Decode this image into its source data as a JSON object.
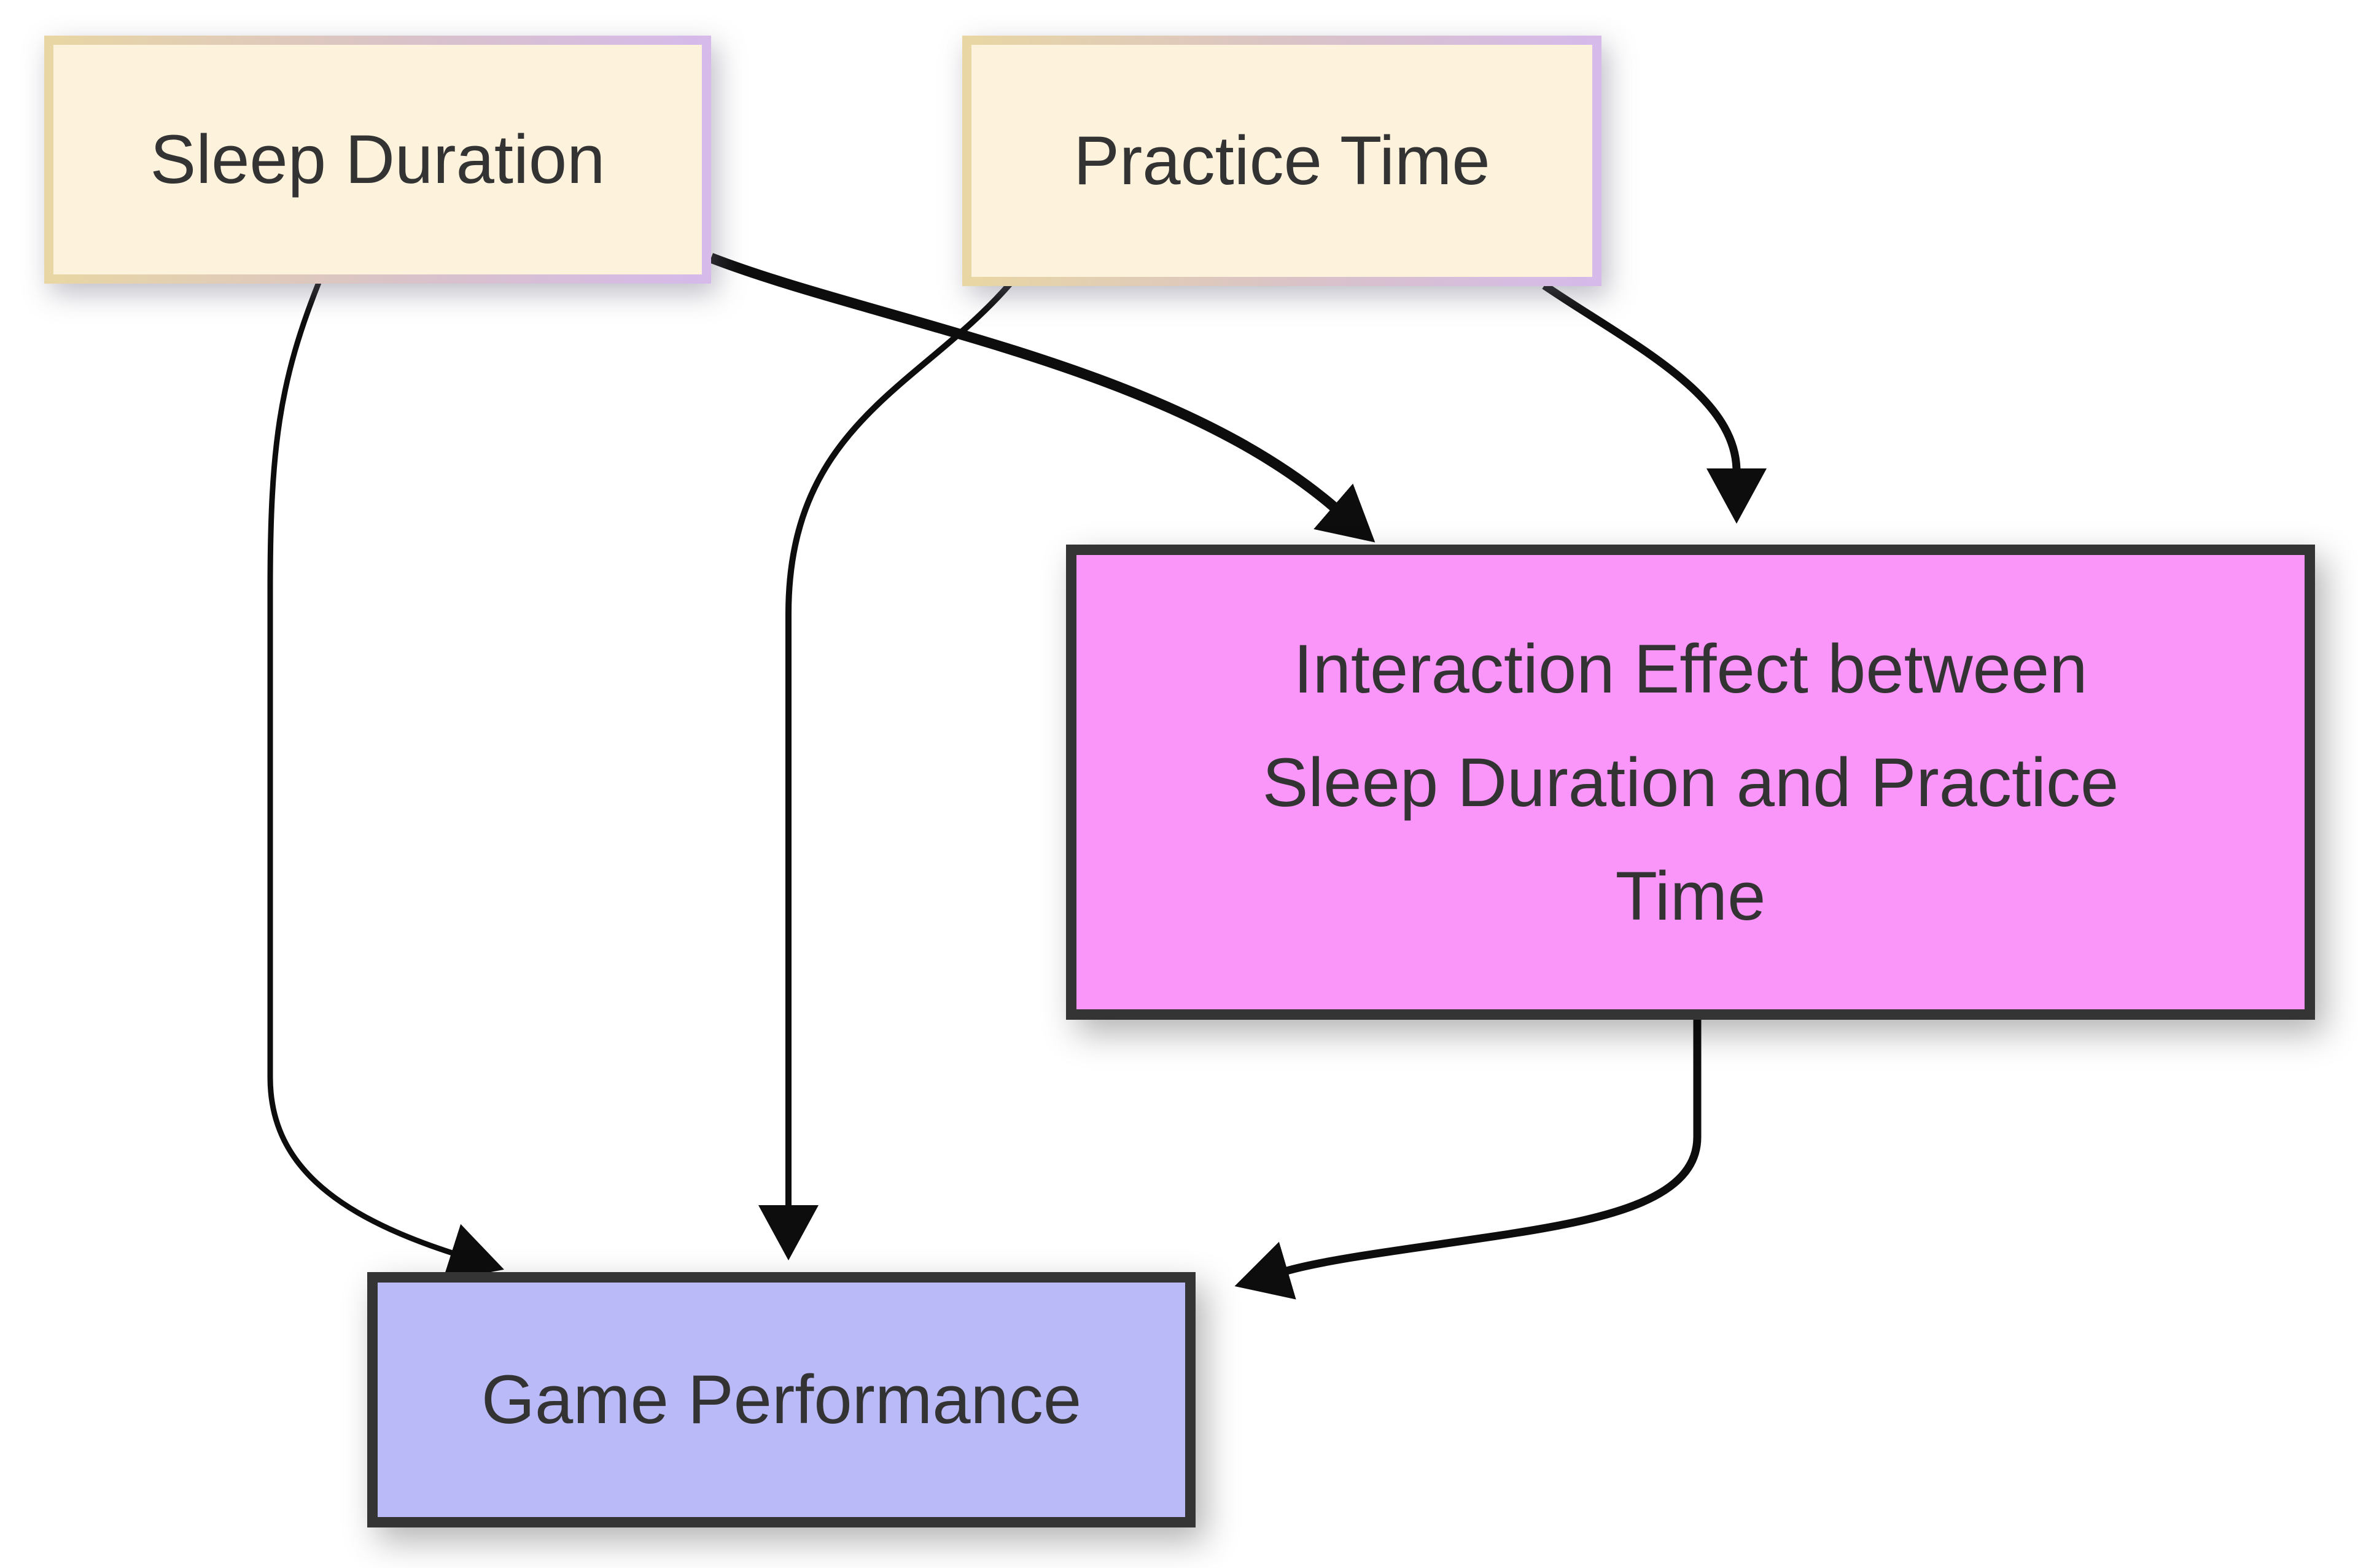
{
  "diagram": {
    "type": "causal-path-diagram",
    "nodes": [
      {
        "id": "sleep-duration",
        "label": "Sleep Duration",
        "fill": "#fdf3dc"
      },
      {
        "id": "practice-time",
        "label": "Practice Time",
        "fill": "#fdf3dc"
      },
      {
        "id": "interaction-effect",
        "label": "Interaction Effect between Sleep Duration and Practice Time",
        "label_lines": [
          "Interaction Effect between",
          "Sleep Duration and Practice",
          "Time"
        ],
        "fill": "#fa96fa"
      },
      {
        "id": "game-performance",
        "label": "Game Performance",
        "fill": "#babaf8"
      }
    ],
    "edges": [
      {
        "from": "Sleep Duration",
        "to": "Game Performance"
      },
      {
        "from": "Sleep Duration",
        "to": "Interaction Effect between Sleep Duration and Practice Time"
      },
      {
        "from": "Practice Time",
        "to": "Game Performance"
      },
      {
        "from": "Practice Time",
        "to": "Interaction Effect between Sleep Duration and Practice Time"
      },
      {
        "from": "Interaction Effect between Sleep Duration and Practice Time",
        "to": "Game Performance"
      }
    ],
    "colors": {
      "background": "#ffffff",
      "cream_node_fill": "#fdf3dc",
      "cream_border_left": "#e8d6a4",
      "cream_border_right": "#d5baea",
      "pink_node_fill": "#fa96fa",
      "lavender_node_fill": "#babaf8",
      "dark_node_border": "#343434",
      "text": "#333333",
      "arrow": "#0d0d0d"
    }
  }
}
